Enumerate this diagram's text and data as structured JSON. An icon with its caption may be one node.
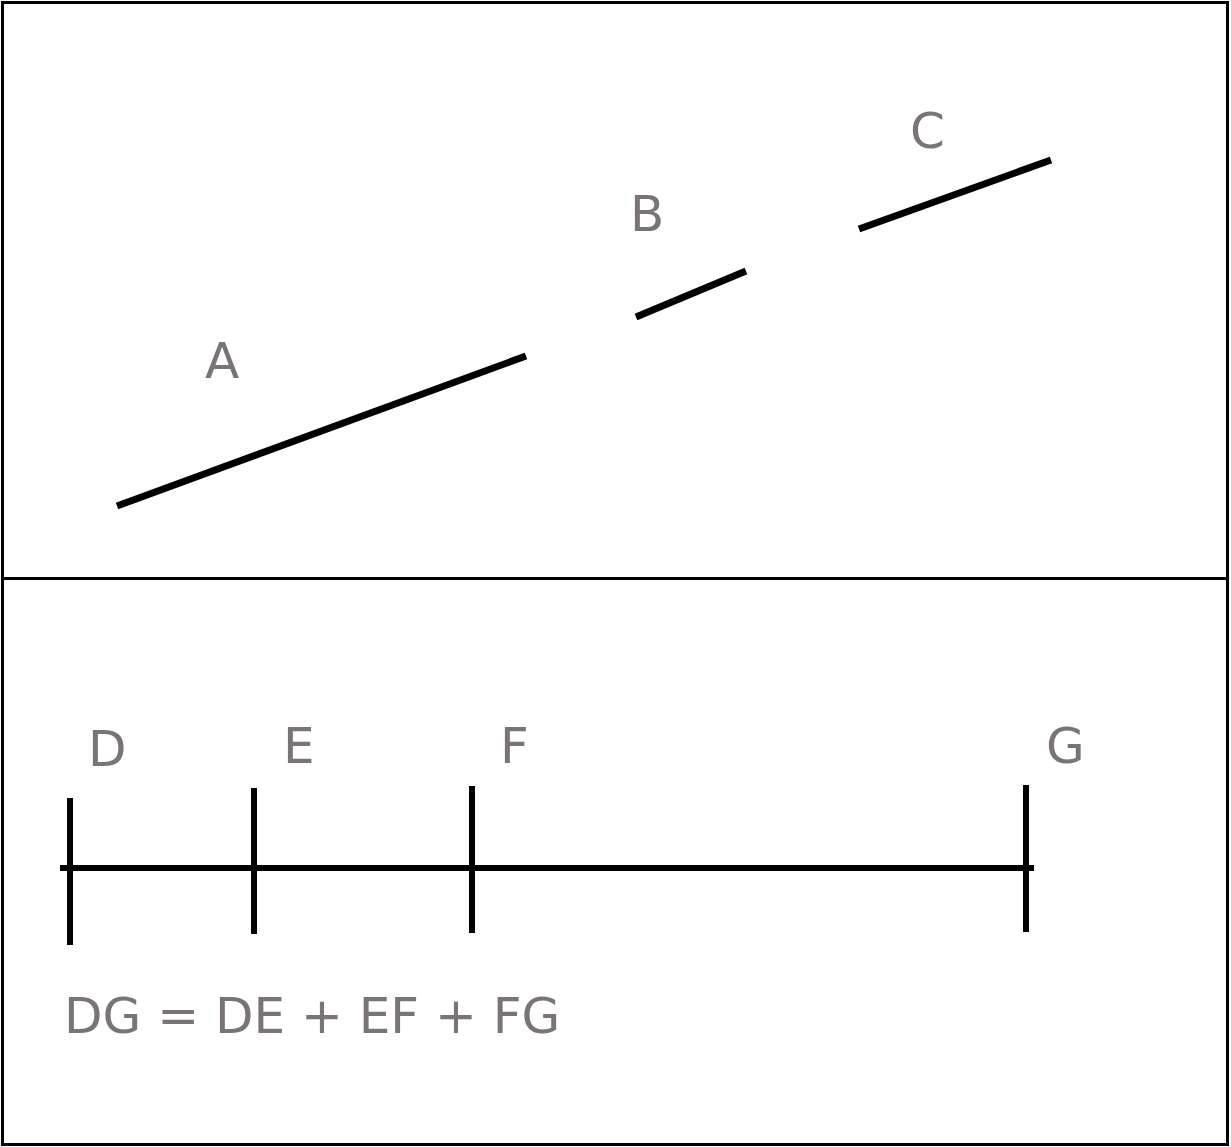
{
  "diagram": {
    "labels": [
      "C",
      "B",
      "A",
      "D",
      "E",
      "F",
      "G",
      "DG = DE + EF + FG"
    ]
  }
}
